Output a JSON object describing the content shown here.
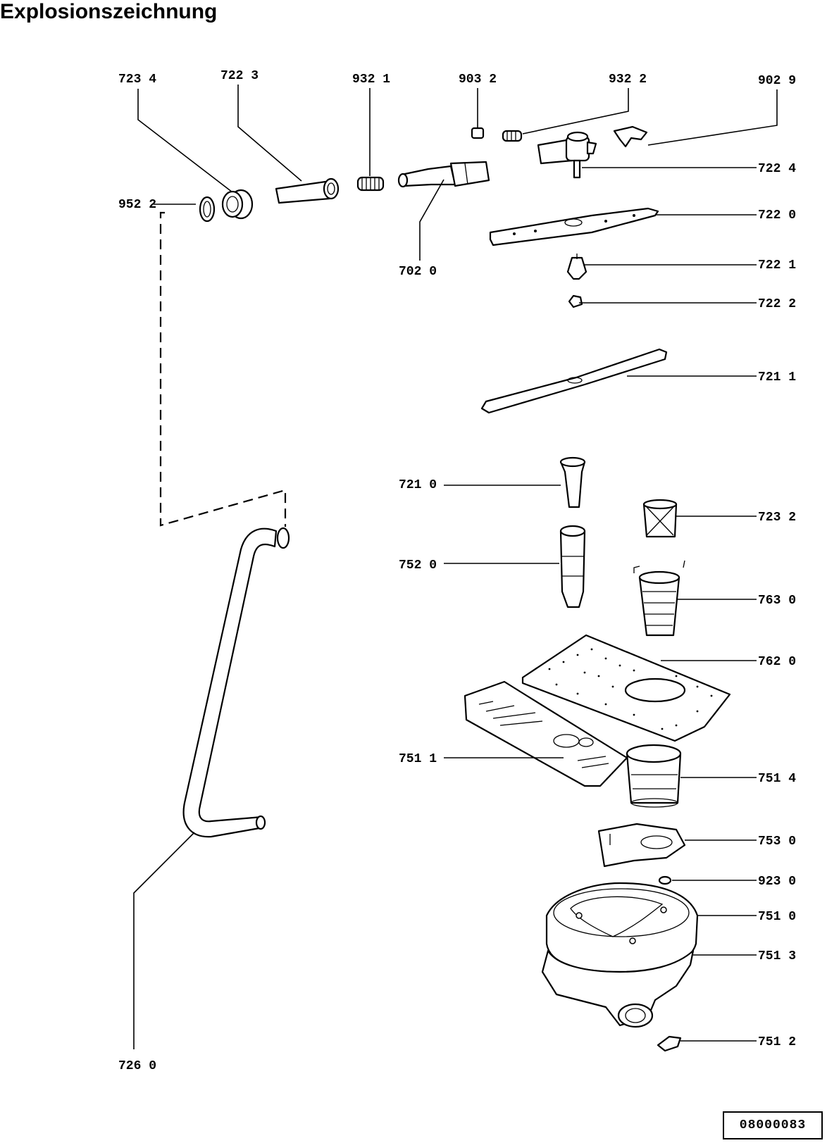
{
  "title": "Explosionszeichnung",
  "doc_number": "08000083",
  "labels": {
    "l7234": "723 4",
    "l7223": "722 3",
    "l9321": "932 1",
    "l9032": "903 2",
    "l9322": "932 2",
    "l9029": "902 9",
    "l9522": "952 2",
    "l7224": "722 4",
    "l7220": "722 0",
    "l7020": "702  0",
    "l7221": "722 1",
    "l7222": "722 2",
    "l7211": "721 1",
    "l7210": "721 0",
    "l7232": "723 2",
    "l7520": "752 0",
    "l7630": "763 0",
    "l7620": "762 0",
    "l7511": "751 1",
    "l7514": "751 4",
    "l7530": "753 0",
    "l9230": "923 0",
    "l7510": "751 0",
    "l7513": "751 3",
    "l7512": "751 2",
    "l7260": "726 0"
  }
}
